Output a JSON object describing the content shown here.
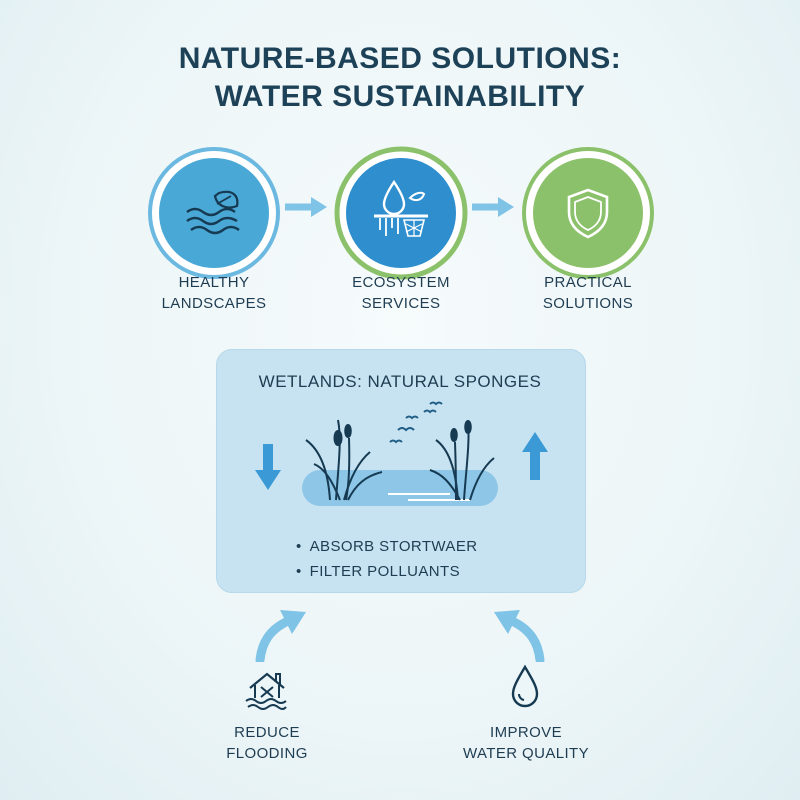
{
  "title": {
    "line1": "NATURE-BASED SOLUTIONS:",
    "line2": "WATER SUSTAINABILITY"
  },
  "steps": [
    {
      "line1": "HEALTHY",
      "line2": "LANDSCAPES",
      "icon": "leaf-waves-icon",
      "color": "#4aa8d6"
    },
    {
      "line1": "ECOSYSTEM",
      "line2": "SERVICES",
      "icon": "water-drop-filter-icon",
      "color": "#2f8fce"
    },
    {
      "line1": "PRACTICAL",
      "line2": "SOLUTIONS",
      "icon": "shield-icon",
      "color": "#8cc16b"
    }
  ],
  "wetlands": {
    "title": "WETLANDS: NATURAL SPONGES",
    "bullets": [
      "ABSORB STORTWAER",
      "FILTER POLLUANTS"
    ]
  },
  "benefits": [
    {
      "line1": "REDUCE",
      "line2": "FLOODING",
      "icon": "house-flood-icon"
    },
    {
      "line1": "IMPROVE",
      "line2": "WATER QUALITY",
      "icon": "water-drop-icon"
    }
  ],
  "colors": {
    "title": "#1d4258",
    "arrow": "#7fc3e6",
    "panel": "#c7e3f1",
    "green": "#8cc16b",
    "blue": "#2f8fce",
    "light_blue": "#4aa8d6"
  }
}
